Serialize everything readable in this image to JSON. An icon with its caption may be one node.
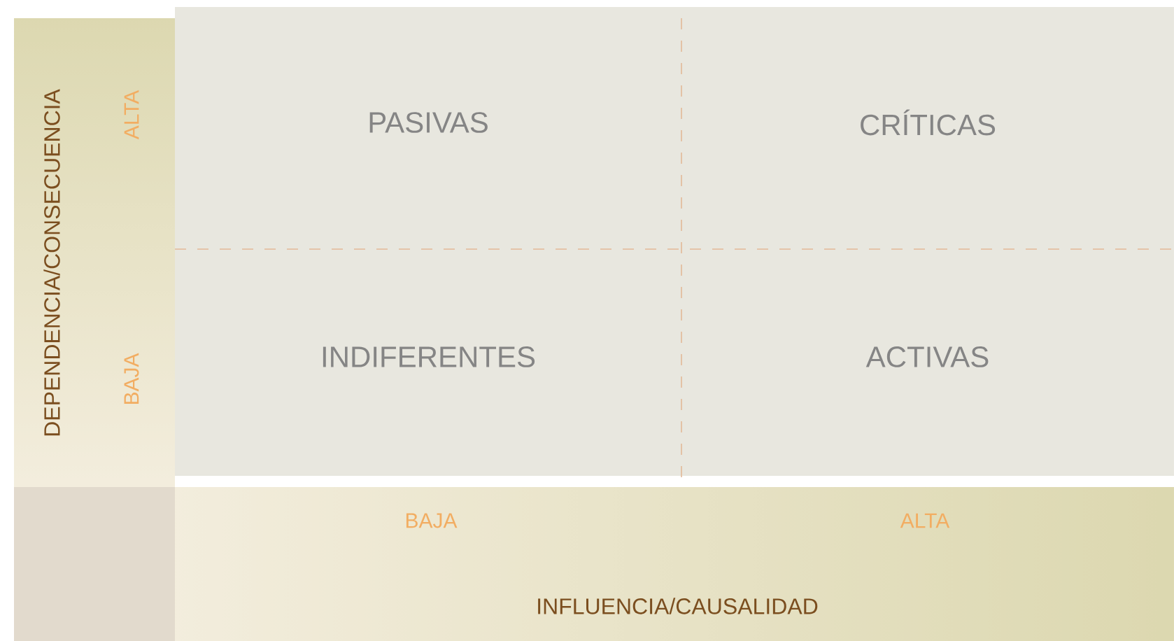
{
  "diagram": {
    "nodes": [
      {
        "text": [
          "PASIVAS"
        ]
      },
      {
        "text": [
          "CRÍTICAS"
        ]
      },
      {
        "text": [
          "INDIFERENTES"
        ]
      },
      {
        "text": [
          "ACTIVAS"
        ]
      }
    ],
    "labels": [
      "DEPENDENCIA/CONSECUENCIA",
      "ALTA",
      "BAJA",
      "BAJA",
      "ALTA",
      "INFLUENCIA/CAUSALIDAD"
    ]
  }
}
